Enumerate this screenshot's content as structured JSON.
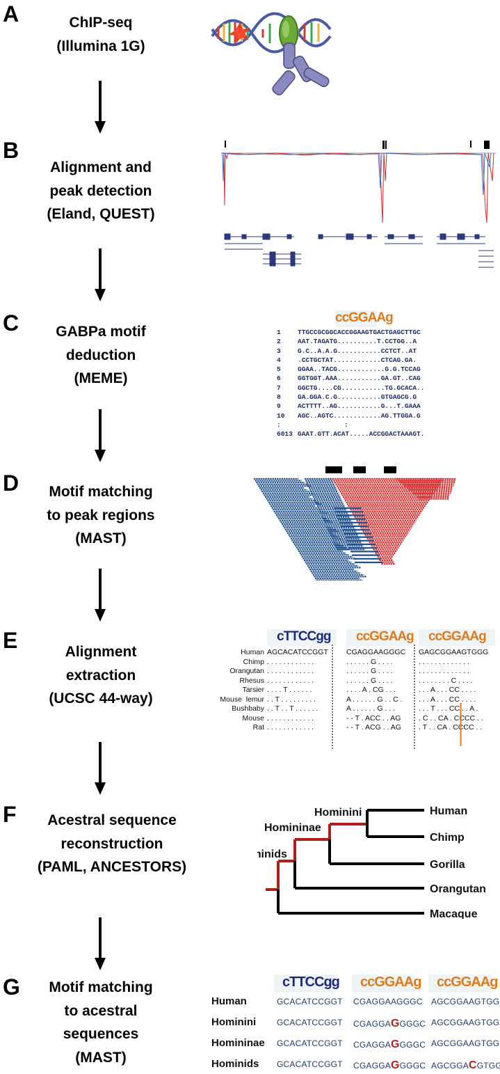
{
  "steps": [
    {
      "letter": "A",
      "lines": [
        "ChIP-seq",
        "(Illumina 1G)"
      ]
    },
    {
      "letter": "B",
      "lines": [
        "Alignment and",
        "peak detection",
        "(Eland, QUEST)"
      ]
    },
    {
      "letter": "C",
      "lines": [
        "GABPa motif",
        "deduction",
        "(MEME)"
      ]
    },
    {
      "letter": "D",
      "lines": [
        "Motif matching",
        "to peak regions",
        "(MAST)"
      ]
    },
    {
      "letter": "E",
      "lines": [
        "Alignment",
        "extraction",
        "(UCSC 44-way)"
      ]
    },
    {
      "letter": "F",
      "lines": [
        "Acestral sequence",
        "reconstruction",
        "(PAML, ANCESTORS)"
      ]
    },
    {
      "letter": "G",
      "lines": [
        "Motif matching",
        "to acestral",
        "sequences",
        "(MAST)"
      ]
    }
  ],
  "meme_alignment": {
    "logo": "ccGGAAg",
    "rows": [
      {
        "n": "1",
        "seq": "TTGCCGCGGCACCGGAAGTGACTGAGCTTGC"
      },
      {
        "n": "2",
        "seq": "AAT.TAGATG..........T.CCTGG..A"
      },
      {
        "n": "3",
        "seq": "G.C..A.A.G...........CCTCT..AT"
      },
      {
        "n": "4",
        "seq": ".CCTGCTAT............CTCAG.GA."
      },
      {
        "n": "5",
        "seq": "GGAA..TACG............G.G.TCCAG"
      },
      {
        "n": "6",
        "seq": "GGTGGT.AAA...........GA.GT..CAG"
      },
      {
        "n": "7",
        "seq": "GGCTG....CG...........TG.GCACA.."
      },
      {
        "n": "8",
        "seq": "GA.GGA.C.G...........GTGAGCG.G"
      },
      {
        "n": "9",
        "seq": "ACTTTT..AG...........G...T.GAAA"
      },
      {
        "n": "10",
        "seq": "AGC..AGTC............AG.TTGGA.G"
      },
      {
        "n": "6013",
        "seq": "GAAT.GTT.ACAT.....ACCGGACTAAAGT."
      }
    ]
  },
  "conservation": {
    "logos": [
      "cTTCCgg",
      "ccGGAAg",
      "ccGGAAg"
    ],
    "species": [
      "Human",
      "Chimp",
      "Orangutan",
      "Rhesus",
      "Tarsier",
      "Mouse  lemur",
      "Bushbaby",
      "Mouse",
      "Rat"
    ],
    "blocks": [
      [
        "AGCACATCCGGT",
        ". . . . . . . . . . . .",
        ". . . . . . . . . . . .",
        ". . . . . . . . . . . .",
        ". . . . T . . . . . .",
        ". . T . . . . . . . . .",
        ". . T . . T . . . . . .",
        ". . . . . . . . . . . .",
        ". . . . . . . . . . . ."
      ],
      [
        "CGAGGAAGGGC",
        ". . . . . . G . . . .",
        ". . . . . . G . . . .",
        ". . . . . . G . . . .",
        ". . . . A . CG . . .",
        "A . . . . . . G . . C .",
        "A . . . . . . G . . .",
        "- - T . ACC . . AG",
        "- - T . ACG . . AG"
      ],
      [
        "GAGCGGAAGTGGG",
        ". . . . . . . . . . . . .",
        ". . . . . . . . . . . . .",
        ". . . . . . . . C . . . .",
        ". . . A . . . CC . . . .",
        ". . . A . . . CC . . . .",
        ". . . T . . . CC . . A .",
        ". C . . CA . CCCC . .",
        ". T . . CA . CCCC . ."
      ]
    ]
  },
  "tree": {
    "taxa": [
      "Human",
      "Chimp",
      "Gorilla",
      "Orangutan",
      "Macaque"
    ],
    "nodes": [
      "Hominini",
      "Homininae",
      "Hominids"
    ],
    "ancestral_color": "#b0201a"
  },
  "ancestral": {
    "logos": [
      "cTTCCgg",
      "ccGGAAg",
      "ccGGAAg"
    ],
    "rows": [
      {
        "name": "Human",
        "seqs": [
          "GCACATCCGGT",
          "CGAGGAAGGGC",
          "AGCGGAAGTGGG"
        ]
      },
      {
        "name": "Hominini",
        "seqs": [
          "GCACATCCGGT",
          "CGAGGAGGGGC",
          "AGCGGAAGTGGG"
        ]
      },
      {
        "name": "Homininae",
        "seqs": [
          "GCACATCCGGT",
          "CGAGGAGGGGC",
          "AGCGGAAGTGGG"
        ]
      },
      {
        "name": "Hominids",
        "seqs": [
          "GCACATCCGGT",
          "CGAGGAGGGGC",
          "AGCGGACGTGGG"
        ]
      }
    ],
    "highlight_color": "#c0201a"
  },
  "colors": {
    "accent_red": "#b0201a",
    "navy": "#1e3a6e",
    "red_reads": "#d42a2a",
    "blue_reads": "#1f4f8a"
  }
}
